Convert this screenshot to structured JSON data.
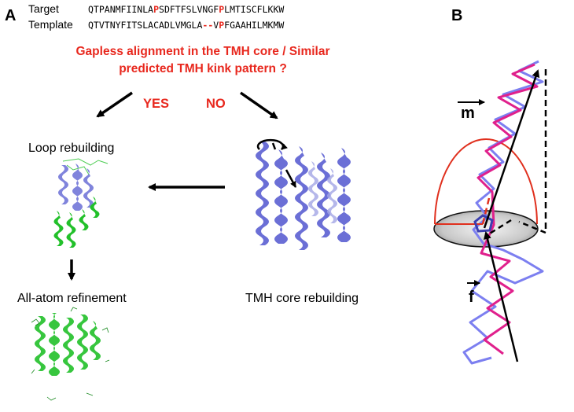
{
  "panels": {
    "a": "A",
    "b": "B"
  },
  "alignment": {
    "target_label": "Target",
    "template_label": "Template",
    "target_segments": [
      {
        "text": "QTPANMFIINLA",
        "hl": false
      },
      {
        "text": "P",
        "hl": true
      },
      {
        "text": "SDFTFSLVNGF",
        "hl": false
      },
      {
        "text": "P",
        "hl": true
      },
      {
        "text": "LMTISCFLKKW",
        "hl": false
      }
    ],
    "template_segments": [
      {
        "text": "QTVTNYFITSLACADLVMGLA",
        "hl": false
      },
      {
        "text": "--",
        "hl": true
      },
      {
        "text": "V",
        "hl": false
      },
      {
        "text": "P",
        "hl": true
      },
      {
        "text": "FGAAHILMKMW",
        "hl": false
      }
    ]
  },
  "question": {
    "line1": "Gapless alignment in the TMH core / Similar",
    "line2": "predicted TMH kink pattern ?"
  },
  "branches": {
    "yes": "YES",
    "no": "NO"
  },
  "steps": {
    "loop": "Loop rebuilding",
    "refine": "All-atom refinement",
    "core": "TMH core rebuilding"
  },
  "vectors": {
    "m": "m",
    "f": "f"
  },
  "colors": {
    "accent_red": "#e8281e",
    "helix_blue": "#6b6fd6",
    "loop_green": "#22c02a",
    "kink_magenta": "#e0208c",
    "hemisphere_red": "#e0301e"
  }
}
